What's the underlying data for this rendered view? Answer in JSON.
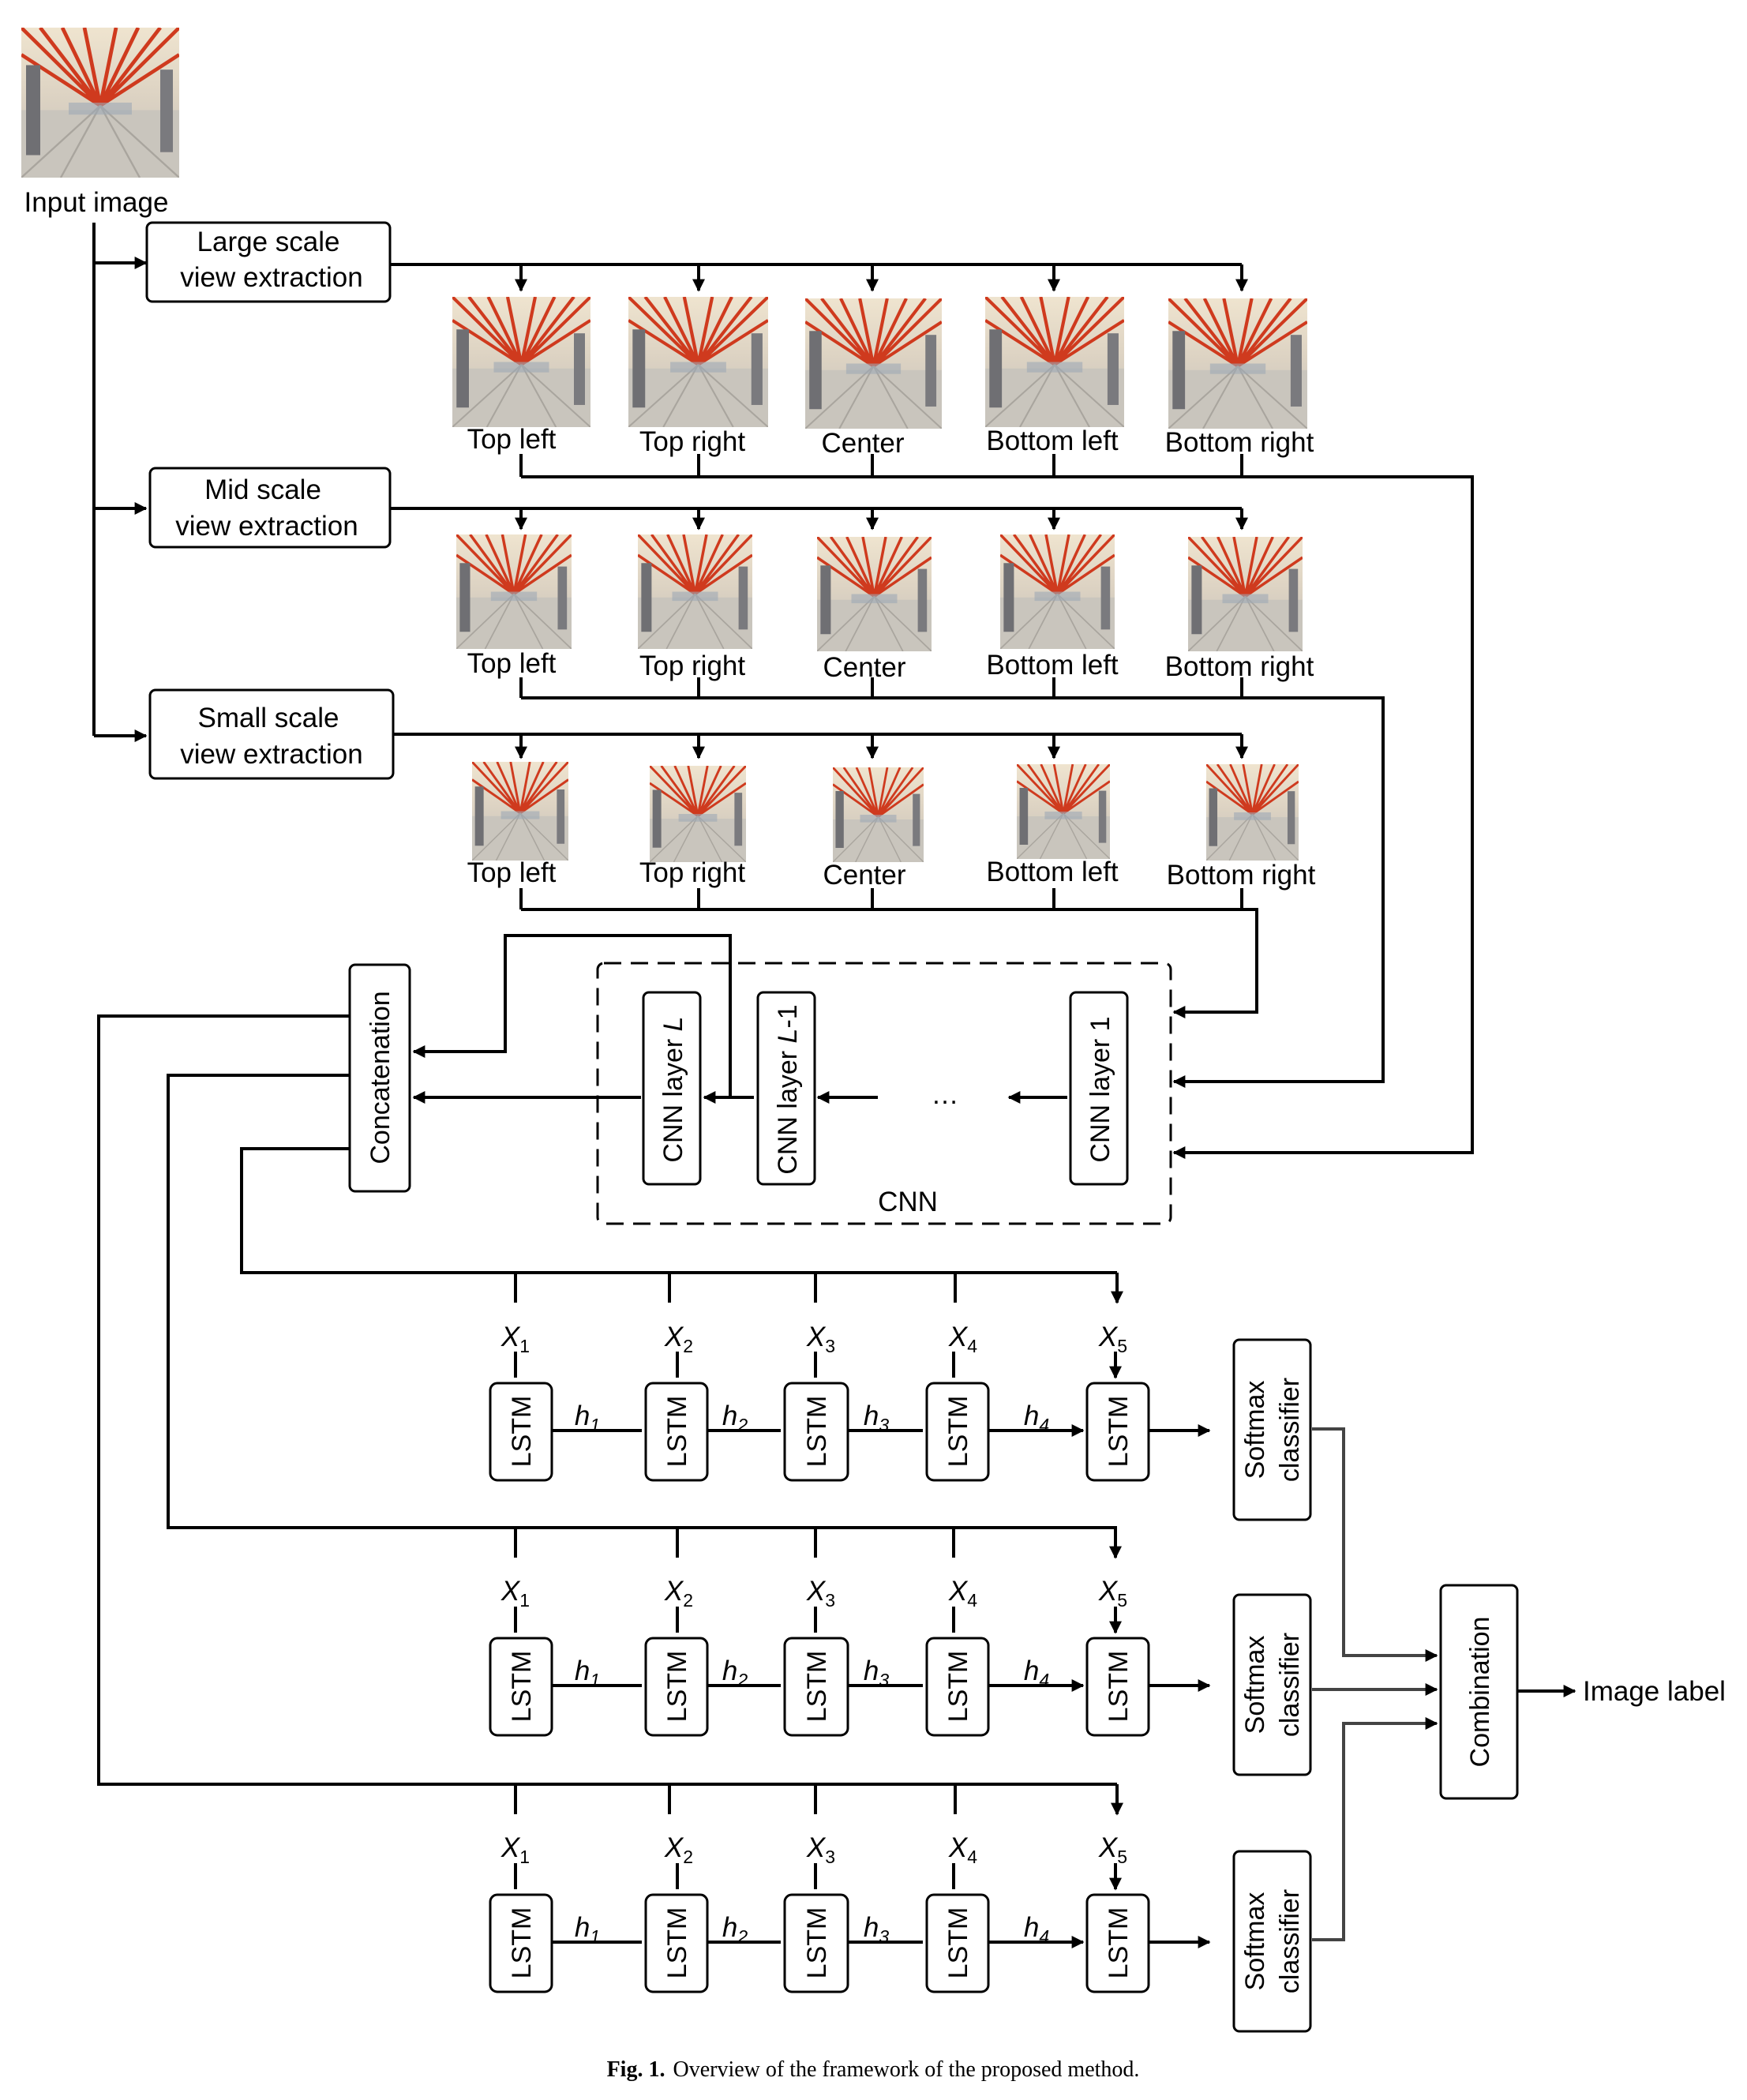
{
  "input": {
    "label": "Input image"
  },
  "scales": [
    {
      "line1": "Large scale",
      "line2": "view extraction"
    },
    {
      "line1": "Mid scale",
      "line2": "view extraction"
    },
    {
      "line1": "Small scale",
      "line2": "view extraction"
    }
  ],
  "views": [
    "Top left",
    "Top right",
    "Center",
    "Bottom left",
    "Bottom right"
  ],
  "cnn": {
    "title": "CNN",
    "layer_L_prefix": "CNN layer ",
    "layer_L_var": "L",
    "layer_L1_prefix": "CNN layer ",
    "layer_L1_var": "L",
    "layer_L1_suffix": "-1",
    "layer_1": "CNN layer 1",
    "ellipsis": "…"
  },
  "concatenation": "Concatenation",
  "lstm": {
    "cell": "LSTM",
    "inputs": [
      "1",
      "2",
      "3",
      "4",
      "5"
    ],
    "input_var": "X",
    "hiddens": [
      "1",
      "2",
      "3",
      "4"
    ],
    "hidden_var": "h"
  },
  "softmax": {
    "line1": "Softmax",
    "line2": "classifier"
  },
  "combination": "Combination",
  "output": "Image label",
  "caption": {
    "bold": "Fig. 1.",
    "text": "Overview of the framework of the proposed method."
  },
  "colors": {
    "line": "#000000",
    "classifier_line": "#444444",
    "photo_sky": "#e9dcc6",
    "photo_arch": "#cf3a1e",
    "photo_floor": "#c8c4bc"
  }
}
